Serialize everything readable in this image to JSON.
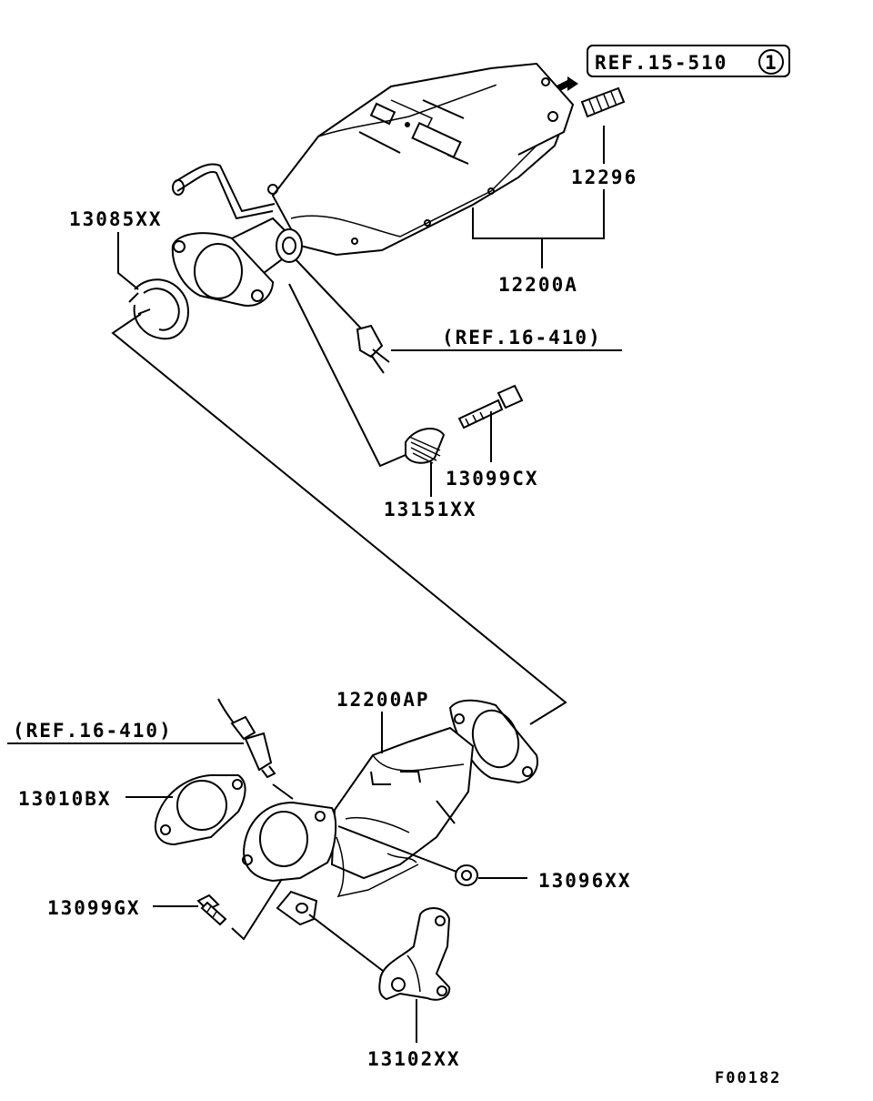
{
  "diagram": {
    "figure_code": "F00182",
    "ref_box": {
      "text": "REF.15-510",
      "circle_number": "1"
    },
    "part_labels": {
      "p12296": "12296",
      "p12200A": "12200A",
      "p13085XX": "13085XX",
      "p13099CX": "13099CX",
      "p13151XX": "13151XX",
      "p12200AP": "12200AP",
      "p13010BX": "13010BX",
      "p13099GX": "13099GX",
      "p13096XX": "13096XX",
      "p13102XX": "13102XX"
    },
    "ref_labels": {
      "upper_sensor": "(REF.16-410)",
      "lower_sensor": "(REF.16-410)"
    },
    "icons": [
      "arrow-right-icon",
      "catalytic-converter-icon",
      "gasket-icon",
      "bolt-icon",
      "nut-icon",
      "spring-icon",
      "oxygen-sensor-icon",
      "bracket-icon",
      "stud-icon"
    ]
  }
}
